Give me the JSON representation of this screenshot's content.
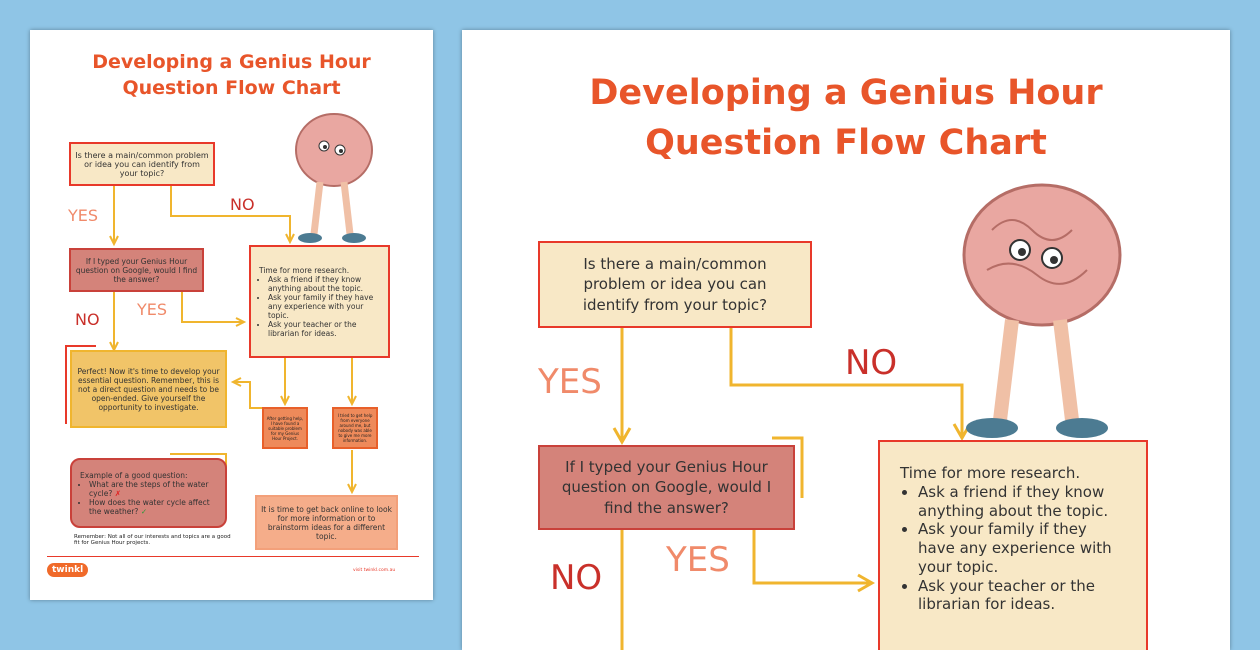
{
  "title_line1": "Developing a Genius Hour",
  "title_line2": "Question Flow Chart",
  "q1": "Is there a main/common problem or idea you can identify from your topic?",
  "q2": "If I typed your Genius Hour question on Google, would I find the answer?",
  "yes": "YES",
  "no": "NO",
  "research": {
    "intro": "Time for more research.",
    "items": [
      "Ask a friend if they know anything about the topic.",
      "Ask your family if they have any experience with your topic.",
      "Ask your teacher or the librarian for ideas."
    ]
  },
  "perfect": "Perfect! Now it's time to develop your essential question. Remember, this is not a direct question and needs to be open-ended. Give yourself the opportunity to investigate.",
  "found": "After getting help, I have found a suitable problem for my Genius Hour Project.",
  "tried": "I tried to get help from everyone around me, but nobody was able to give me more information.",
  "back_online": "It is time to get back online to look for more information or to brainstorm ideas for a different topic.",
  "example": {
    "heading": "Example of a good question:",
    "items": [
      {
        "text": "What are the steps of the water cycle?",
        "mark": "✗"
      },
      {
        "text": "How does the water cycle affect the weather?",
        "mark": "✓"
      }
    ]
  },
  "remember": "Remember: Not all of our interests and topics are a good fit for Genius Hour projects.",
  "footer": {
    "logo": "twinkl",
    "url": "visit twinkl.com.au"
  },
  "colors": {
    "background": "#8fc5e6",
    "title": "#e8552a",
    "border": "#e8392a",
    "arrow": "#f0b52e"
  }
}
